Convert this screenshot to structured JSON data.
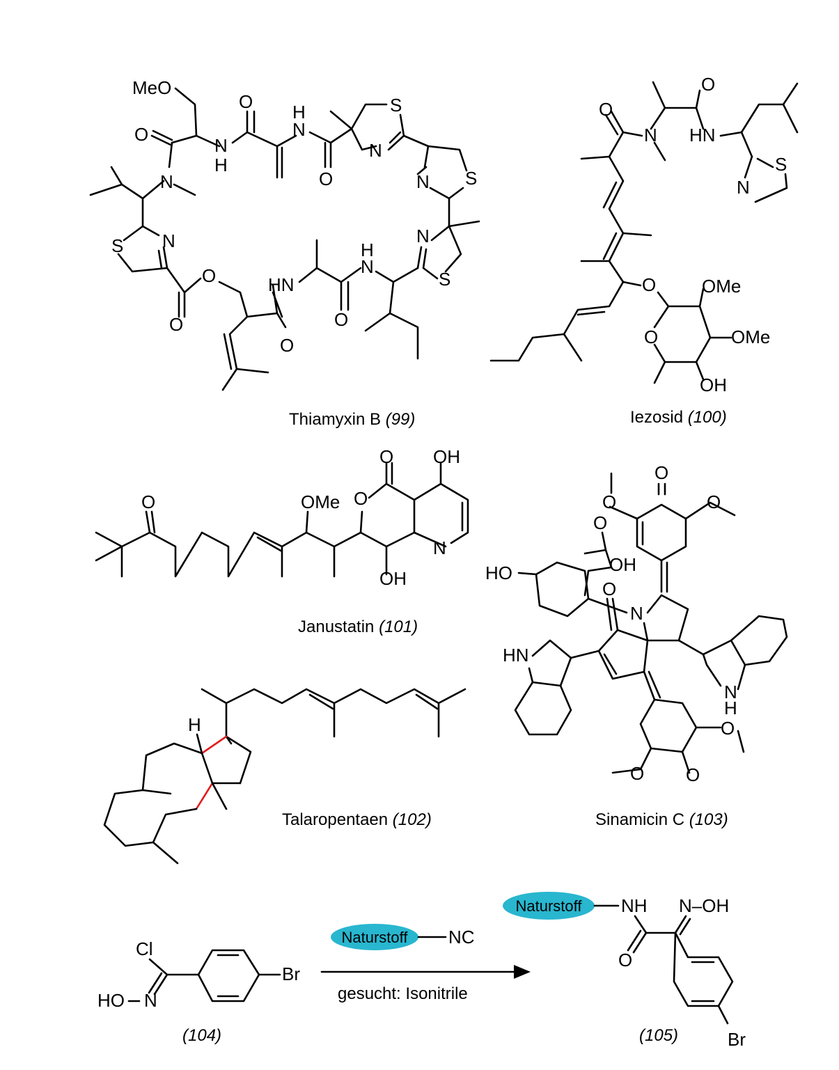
{
  "compounds": [
    {
      "name": "Thiamyxin B",
      "number": "(99)"
    },
    {
      "name": "Iezosid",
      "number": "(100)"
    },
    {
      "name": "Janustatin",
      "number": "(101)"
    },
    {
      "name": "Talaropentaen",
      "number": "(102)"
    },
    {
      "name": "Sinamicin C",
      "number": "(103)"
    }
  ],
  "scheme": {
    "reactant_number": "(104)",
    "product_number": "(105)",
    "reagent_pill": "Naturstoff",
    "reagent_group": "NC",
    "arrow_label": "gesucht: Isonitrile",
    "product_pill": "Naturstoff"
  },
  "atoms": {
    "meo": "MeO",
    "o": "O",
    "n": "N",
    "s": "S",
    "h": "H",
    "nh": "NH",
    "hn": "HN",
    "ome": "OMe",
    "oh": "OH",
    "ho": "HO",
    "cl": "Cl",
    "br": "Br",
    "hoN": "HO",
    "noh": "N–OH"
  },
  "colors": {
    "pill": "#29b6cf",
    "highlight_bond": "#e01b1b"
  }
}
